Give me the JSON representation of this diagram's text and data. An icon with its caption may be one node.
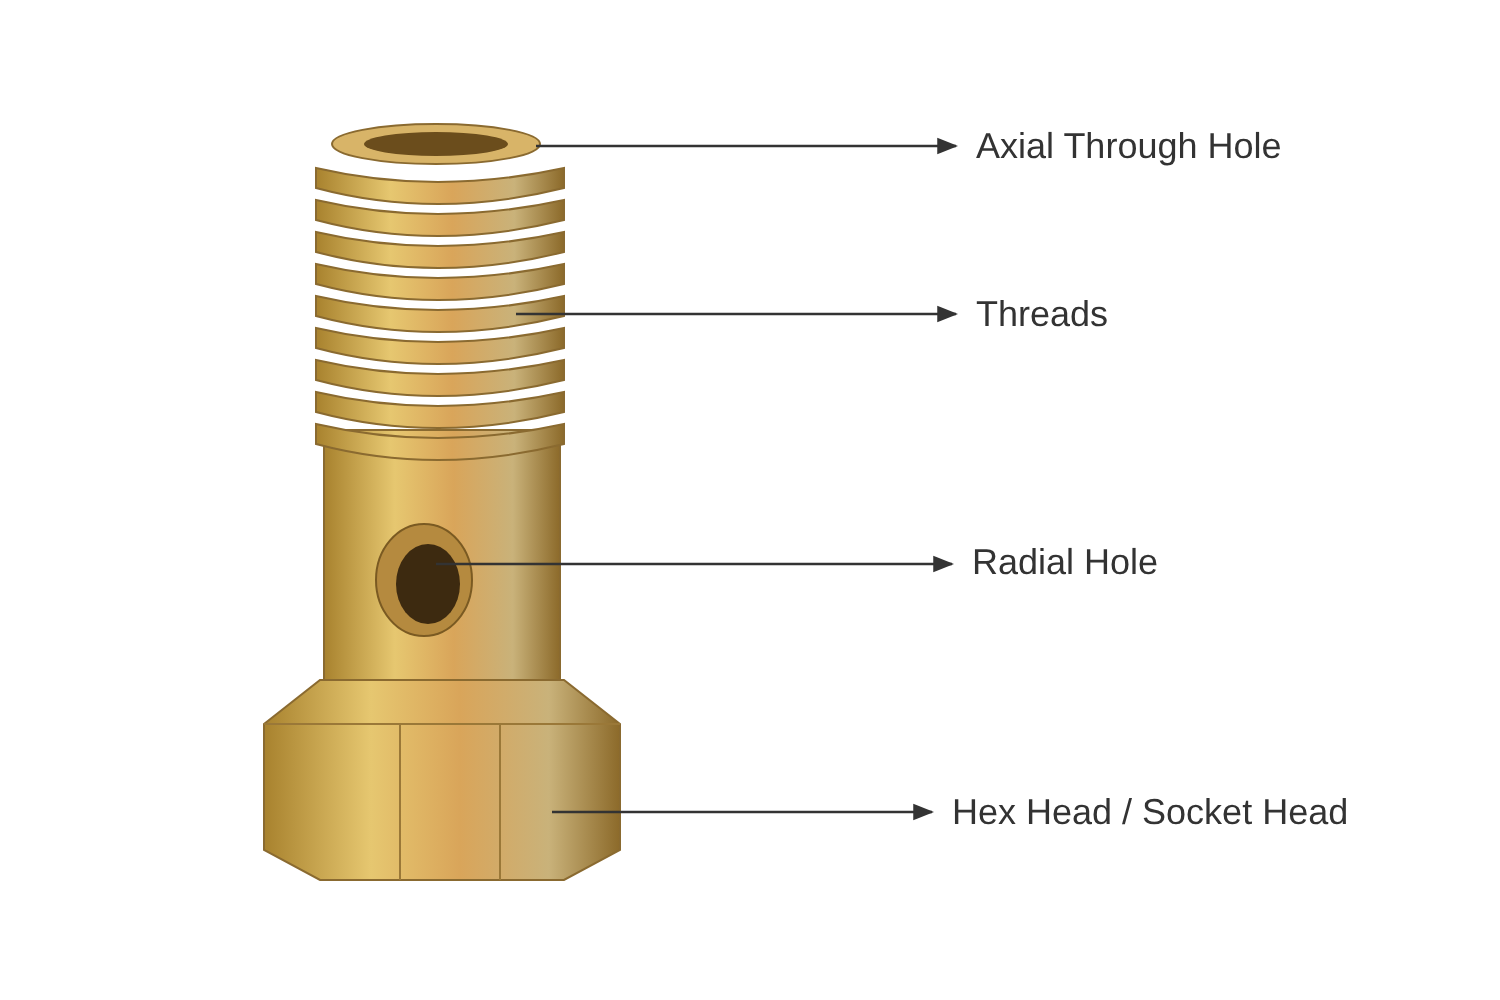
{
  "diagram": {
    "nodes": [
      {
        "text": [
          "Axial Through Hole"
        ]
      },
      {
        "text": [
          "Threads"
        ]
      },
      {
        "text": [
          "Radial Hole"
        ]
      },
      {
        "text": [
          "Hex Head / Socket Head"
        ]
      }
    ],
    "edges": [
      {
        "from": null,
        "to": 0,
        "arrow": "to"
      },
      {
        "from": null,
        "to": 1,
        "arrow": "to"
      },
      {
        "from": null,
        "to": 2,
        "arrow": "to"
      },
      {
        "from": null,
        "to": 3,
        "arrow": "to"
      }
    ]
  }
}
